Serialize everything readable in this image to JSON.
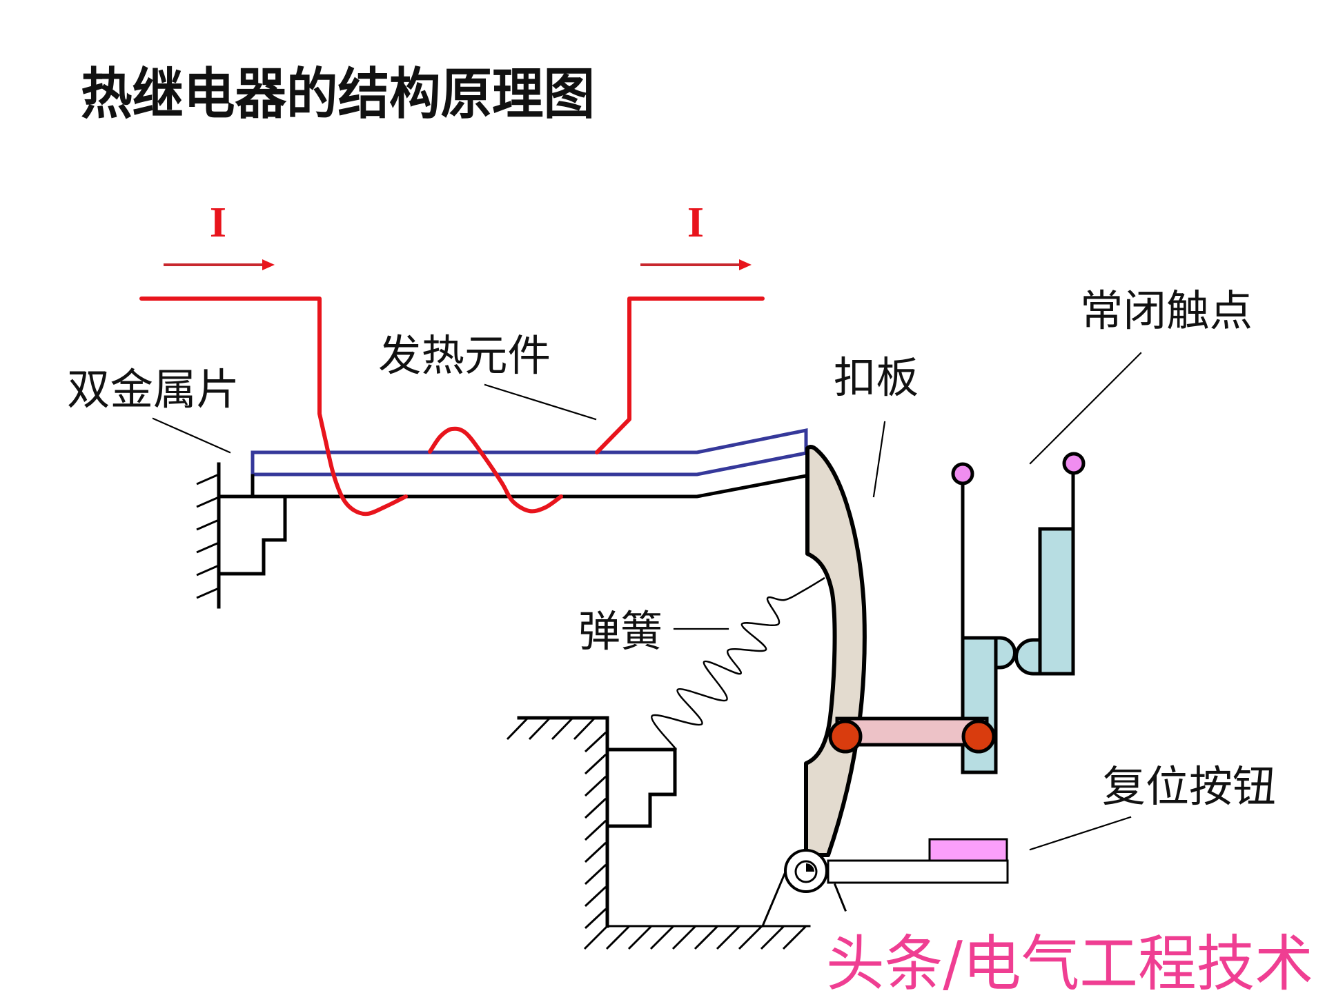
{
  "title": "热继电器的结构原理图",
  "current_labels": {
    "left": "I",
    "right": "I"
  },
  "labels": {
    "bimetal_strip": "双金属片",
    "heating_element": "发热元件",
    "catch_plate": "扣板",
    "normally_closed_contact": "常闭触点",
    "spring": "弹簧",
    "reset_button": "复位按钮"
  },
  "watermark": "头条/电气工程技术",
  "colors": {
    "current_wire": "#e8141c",
    "current_arrow_shaft": "#c8282e",
    "bimetal_layer": "#35389a",
    "catch_plate_fill": "#e3dbcf",
    "contact_tip": "#f08df0",
    "contact_body": "#b7dde2",
    "link_bar": "#edc2c7",
    "link_pin": "#d93c0e",
    "reset_button": "#fb9ffa",
    "watermark": "#ef3e92"
  }
}
